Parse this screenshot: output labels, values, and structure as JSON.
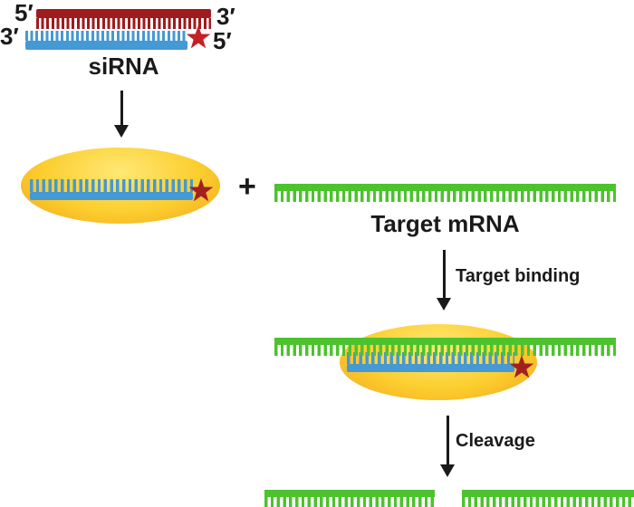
{
  "labels": {
    "five_prime": "5′",
    "three_prime": "3′",
    "sirna": "siRNA",
    "plus": "+",
    "target_mrna": "Target mRNA",
    "target_binding": "Target binding",
    "cleavage": "Cleavage"
  },
  "colors": {
    "red-strand": "#9e1b1e",
    "blue-strand": "#4599d4",
    "green-mrna": "#4cc32d",
    "star-bright": "#c32127",
    "star-dark": "#a32020",
    "risc-inner": "#ffe877",
    "risc-mid": "#fcce2f",
    "risc-outer": "#f2a71c",
    "arrow": "#1a1a1a",
    "text": "#1a1a1a"
  },
  "icons": {
    "star": "cleavage-site-star",
    "arrow": "down-arrow",
    "plus": "plus-sign"
  }
}
